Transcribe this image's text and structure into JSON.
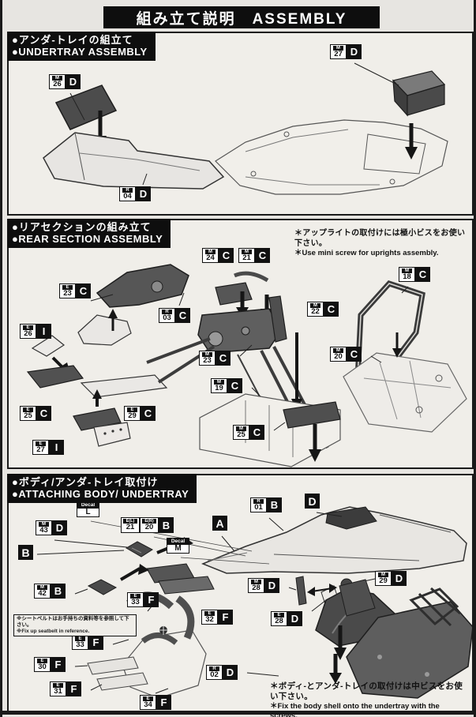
{
  "header": {
    "title": "組み立て説明　ASSEMBLY"
  },
  "sections": [
    {
      "id": "undertray-assembly",
      "title_jp": "●アンダ-トレイの組立て",
      "title_en": "●UNDERTRAY ASSEMBLY",
      "labels": [
        {
          "sprue": "M",
          "num": "26",
          "letter": "D"
        },
        {
          "sprue": "M",
          "num": "27",
          "letter": "D"
        },
        {
          "sprue": "R",
          "num": "04",
          "letter": "D"
        }
      ]
    },
    {
      "id": "rear-section-assembly",
      "title_jp": "●リアセクションの組み立て",
      "title_en": "●REAR SECTION ASSEMBLY",
      "note_jp": "＊アップライトの取付けには極小ビスをお使い下さい。",
      "note_en": "＊Use mini screw for uprights assembly.",
      "labels": [
        {
          "sprue": "E",
          "num": "23",
          "letter": "C"
        },
        {
          "sprue": "R",
          "num": "03",
          "letter": "C"
        },
        {
          "sprue": "M",
          "num": "24",
          "letter": "C"
        },
        {
          "sprue": "M",
          "num": "21",
          "letter": "C"
        },
        {
          "sprue": "M",
          "num": "18",
          "letter": "C"
        },
        {
          "sprue": "M",
          "num": "22",
          "letter": "C"
        },
        {
          "sprue": "E",
          "num": "26",
          "letter": "I"
        },
        {
          "sprue": "M",
          "num": "23",
          "letter": "C"
        },
        {
          "sprue": "M",
          "num": "20",
          "letter": "C"
        },
        {
          "sprue": "M",
          "num": "19",
          "letter": "C"
        },
        {
          "sprue": "E",
          "num": "25",
          "letter": "C"
        },
        {
          "sprue": "E",
          "num": "29",
          "letter": "C"
        },
        {
          "sprue": "M",
          "num": "25",
          "letter": "C"
        },
        {
          "sprue": "E",
          "num": "27",
          "letter": "I"
        }
      ]
    },
    {
      "id": "attaching-body-undertray",
      "title_jp": "●ボディ/アンダ-トレイ取付け",
      "title_en": "●ATTACHING BODY/ UNDERTRAY",
      "seatbelt_note_jp": "※シートベルトはお手持ちの資料等を参照して下さい。",
      "seatbelt_note_en": "※Fix up seatbelt in reference.",
      "note_jp": "＊ボディ-とアンダ-トレイの取付けは中ビスをお使い下さい。",
      "note_en": "＊Fix the body shell onto the undertray with the screws.",
      "labels": [
        {
          "sprue": "M",
          "num": "43",
          "letter": "D"
        },
        {
          "sprue": "M",
          "num": "42",
          "letter": "B"
        },
        {
          "sprue": "R",
          "num": "01",
          "letter": "B"
        },
        {
          "sprue": "M",
          "num": "28",
          "letter": "D"
        },
        {
          "sprue": "M",
          "num": "29",
          "letter": "D"
        },
        {
          "sprue": "E",
          "num": "28",
          "letter": "D"
        },
        {
          "sprue": "E",
          "num": "32",
          "letter": "F"
        },
        {
          "sprue": "E",
          "num": "33",
          "letter": "F"
        },
        {
          "sprue": "E",
          "num": "33",
          "letter": "F"
        },
        {
          "sprue": "E",
          "num": "30",
          "letter": "F"
        },
        {
          "sprue": "E",
          "num": "31",
          "letter": "F"
        },
        {
          "sprue": "E",
          "num": "34",
          "letter": "F"
        },
        {
          "sprue": "R",
          "num": "02",
          "letter": "D"
        }
      ],
      "letter_tags": [
        {
          "letter": "B"
        },
        {
          "letter": "A"
        },
        {
          "letter": "D"
        }
      ],
      "decals": [
        {
          "top": "Decal",
          "letter": "L"
        },
        {
          "top": "Decal",
          "letter": "M"
        }
      ],
      "combo": {
        "l_sprue": "E(L)",
        "l_num": "21",
        "r_sprue": "E(R)",
        "r_num": "20",
        "letter": "B"
      }
    }
  ],
  "colors": {
    "paper": "#e7e5e1",
    "panel": "#f0eee9",
    "ink": "#111111",
    "part_dark": "#4f4f4f",
    "part_light": "#e7e5e2"
  }
}
